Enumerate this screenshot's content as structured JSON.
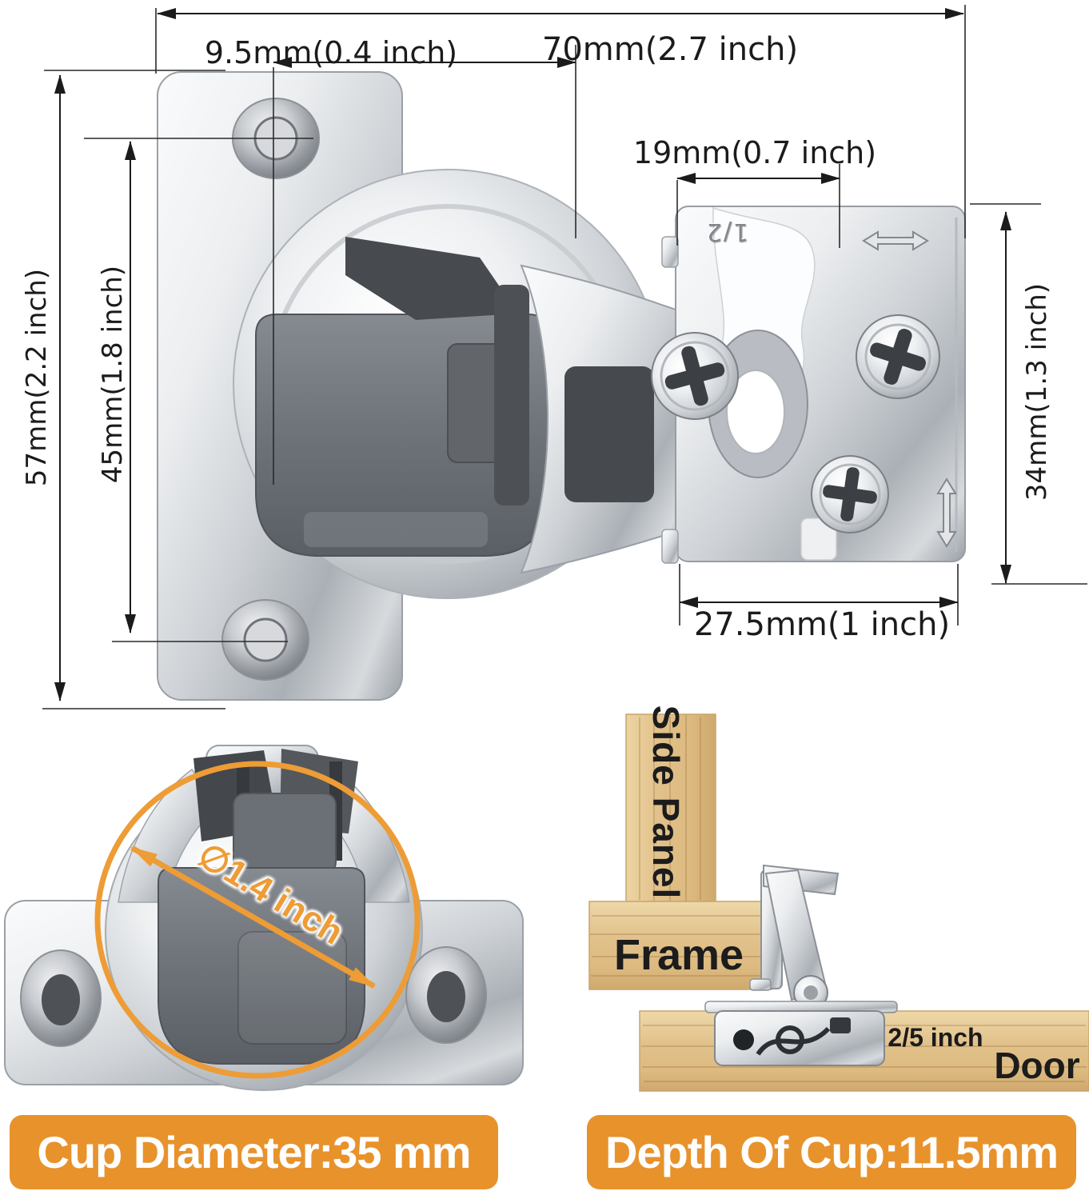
{
  "meta": {
    "description": "Cabinet hinge product dimension diagram with installation views"
  },
  "dimensions": {
    "overall_width": "70mm(2.7 inch)",
    "screw_hole_offset": "9.5mm(0.4 inch)",
    "plate_top_width": "19mm(0.7 inch)",
    "wing_height": "57mm(2.2 inch)",
    "screw_hole_spacing": "45mm(1.8 inch)",
    "plate_height": "34mm(1.3 inch)",
    "plate_width": "27.5mm(1 inch)",
    "cup_diameter_callout": "∅1.4 inch",
    "cup_depth_callout": "2/5 inch"
  },
  "engravings": {
    "overlay_marking": "1/2"
  },
  "installation": {
    "side_panel": "Side Panel",
    "frame": "Frame",
    "door": "Door"
  },
  "banners": {
    "cup_diameter": "Cup Diameter:35 mm",
    "cup_depth": "Depth Of Cup:11.5mm"
  },
  "colors": {
    "accent_orange": "#E8922C",
    "callout_orange": "#ED9C36",
    "ink": "#1B1B1B",
    "chrome_light": "#F4F6F8",
    "chrome_dark": "#9BA1A8",
    "cup_gray": "#6F747A",
    "wood_light": "#ECD4A2",
    "wood_dark": "#CFA96E"
  }
}
